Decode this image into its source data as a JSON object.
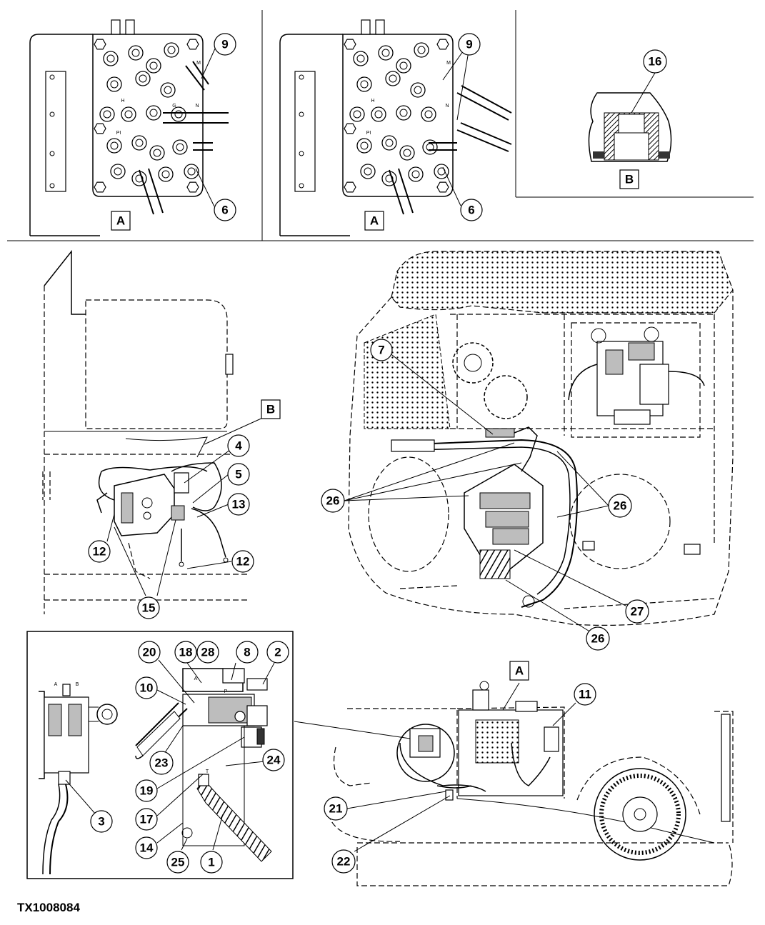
{
  "figure": {
    "reference_id": "TX1008084"
  },
  "view_labels": {
    "view_a_left": "A",
    "view_a_right": "A",
    "view_b_detail": "B",
    "view_b_callout": "B",
    "view_a_callout": "A"
  },
  "valve_port_labels": {
    "left_m": "M",
    "left_h": "H",
    "left_g": "G",
    "left_n": "N",
    "left_pi": "PI",
    "right_m": "M",
    "right_h": "H",
    "right_n": "N",
    "right_pi": "PI"
  },
  "callouts": [
    {
      "id": "c9a",
      "label": "9"
    },
    {
      "id": "c6a",
      "label": "6"
    },
    {
      "id": "c9b",
      "label": "9"
    },
    {
      "id": "c6b",
      "label": "6"
    },
    {
      "id": "c16",
      "label": "16"
    },
    {
      "id": "c4",
      "label": "4"
    },
    {
      "id": "c5",
      "label": "5"
    },
    {
      "id": "c13",
      "label": "13"
    },
    {
      "id": "c12a",
      "label": "12"
    },
    {
      "id": "c12b",
      "label": "12"
    },
    {
      "id": "c15",
      "label": "15"
    },
    {
      "id": "c7",
      "label": "7"
    },
    {
      "id": "c26a",
      "label": "26"
    },
    {
      "id": "c26b",
      "label": "26"
    },
    {
      "id": "c27",
      "label": "27"
    },
    {
      "id": "c26c",
      "label": "26"
    },
    {
      "id": "c20",
      "label": "20"
    },
    {
      "id": "c18",
      "label": "18"
    },
    {
      "id": "c28",
      "label": "28"
    },
    {
      "id": "c8",
      "label": "8"
    },
    {
      "id": "c2",
      "label": "2"
    },
    {
      "id": "c10",
      "label": "10"
    },
    {
      "id": "c23",
      "label": "23"
    },
    {
      "id": "c24",
      "label": "24"
    },
    {
      "id": "c19",
      "label": "19"
    },
    {
      "id": "c17",
      "label": "17"
    },
    {
      "id": "c3",
      "label": "3"
    },
    {
      "id": "c14",
      "label": "14"
    },
    {
      "id": "c25",
      "label": "25"
    },
    {
      "id": "c1",
      "label": "1"
    },
    {
      "id": "c11",
      "label": "11"
    },
    {
      "id": "c21",
      "label": "21"
    },
    {
      "id": "c22",
      "label": "22"
    }
  ]
}
